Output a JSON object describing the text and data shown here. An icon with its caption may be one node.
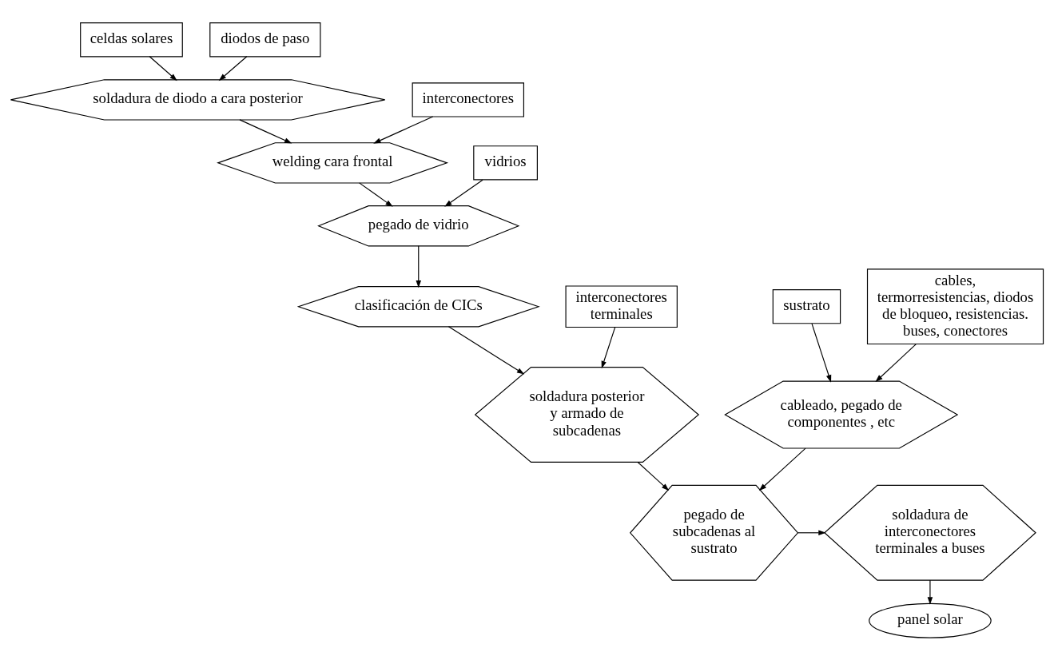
{
  "diagram": {
    "nodes": [
      {
        "text": [
          "celdas solares"
        ]
      },
      {
        "text": [
          "diodos de paso"
        ]
      },
      {
        "text": [
          "soldadura de diodo a cara posterior"
        ]
      },
      {
        "text": [
          "interconectores"
        ]
      },
      {
        "text": [
          "welding cara frontal"
        ]
      },
      {
        "text": [
          "vidrios"
        ]
      },
      {
        "text": [
          "pegado de vidrio"
        ]
      },
      {
        "text": [
          "clasificación de CICs"
        ]
      },
      {
        "text": [
          "interconectores terminales"
        ]
      },
      {
        "text": [
          "soldadura posterior y armado de subcadenas"
        ]
      },
      {
        "text": [
          "sustrato"
        ]
      },
      {
        "text": [
          "cables, termorresistencias, diodos de bloqueo, resistencias. buses, conectores"
        ]
      },
      {
        "text": [
          "cableado, pegado de componentes , etc"
        ]
      },
      {
        "text": [
          "pegado de subcadenas al sustrato"
        ]
      },
      {
        "text": [
          "soldadura de interconectores terminales a buses"
        ]
      },
      {
        "text": [
          "panel solar"
        ]
      }
    ],
    "edges": [
      {
        "from": 0,
        "to": 2,
        "arrow": "to"
      },
      {
        "from": 1,
        "to": 2,
        "arrow": "to"
      },
      {
        "from": 2,
        "to": 4,
        "arrow": "to"
      },
      {
        "from": 3,
        "to": 4,
        "arrow": "to"
      },
      {
        "from": 4,
        "to": 6,
        "arrow": "to"
      },
      {
        "from": 5,
        "to": 6,
        "arrow": "to"
      },
      {
        "from": 6,
        "to": 7,
        "arrow": "to"
      },
      {
        "from": 7,
        "to": 9,
        "arrow": "to"
      },
      {
        "from": 8,
        "to": 9,
        "arrow": "to"
      },
      {
        "from": 10,
        "to": 12,
        "arrow": "to"
      },
      {
        "from": 11,
        "to": 12,
        "arrow": "to"
      },
      {
        "from": 9,
        "to": 13,
        "arrow": "to"
      },
      {
        "from": 12,
        "to": 13,
        "arrow": "to"
      },
      {
        "from": 13,
        "to": 14,
        "arrow": "to"
      },
      {
        "from": 14,
        "to": 15,
        "arrow": "to"
      }
    ]
  }
}
